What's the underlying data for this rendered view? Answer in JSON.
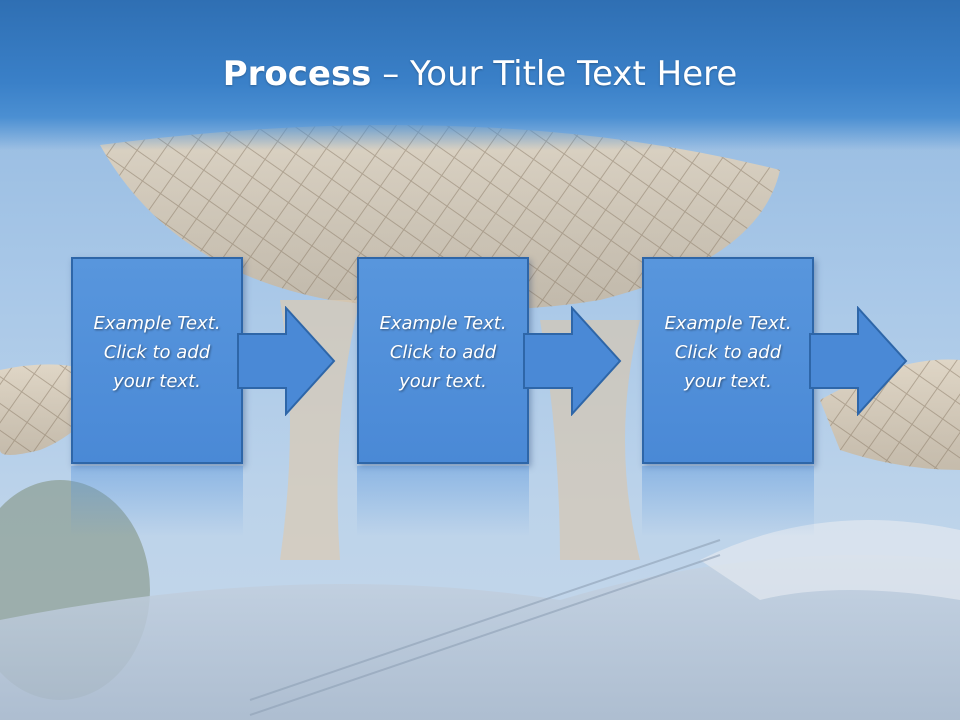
{
  "slide": {
    "title_bold": "Process",
    "title_rest": " – Your Title Text Here"
  },
  "steps": [
    {
      "line1": "Example Text.",
      "line2": "Click  to add",
      "line3": "your text."
    },
    {
      "line1": "Example Text.",
      "line2": "Click  to add",
      "line3": "your text."
    },
    {
      "line1": "Example Text.",
      "line2": "Click  to add",
      "line3": "your text."
    }
  ],
  "colors": {
    "title_bar": "#3a80c8",
    "box_fill": "#4a89d6",
    "box_border": "#2e66a8",
    "title_text": "#ffffff"
  },
  "icons": [
    "right-arrow-icon"
  ]
}
